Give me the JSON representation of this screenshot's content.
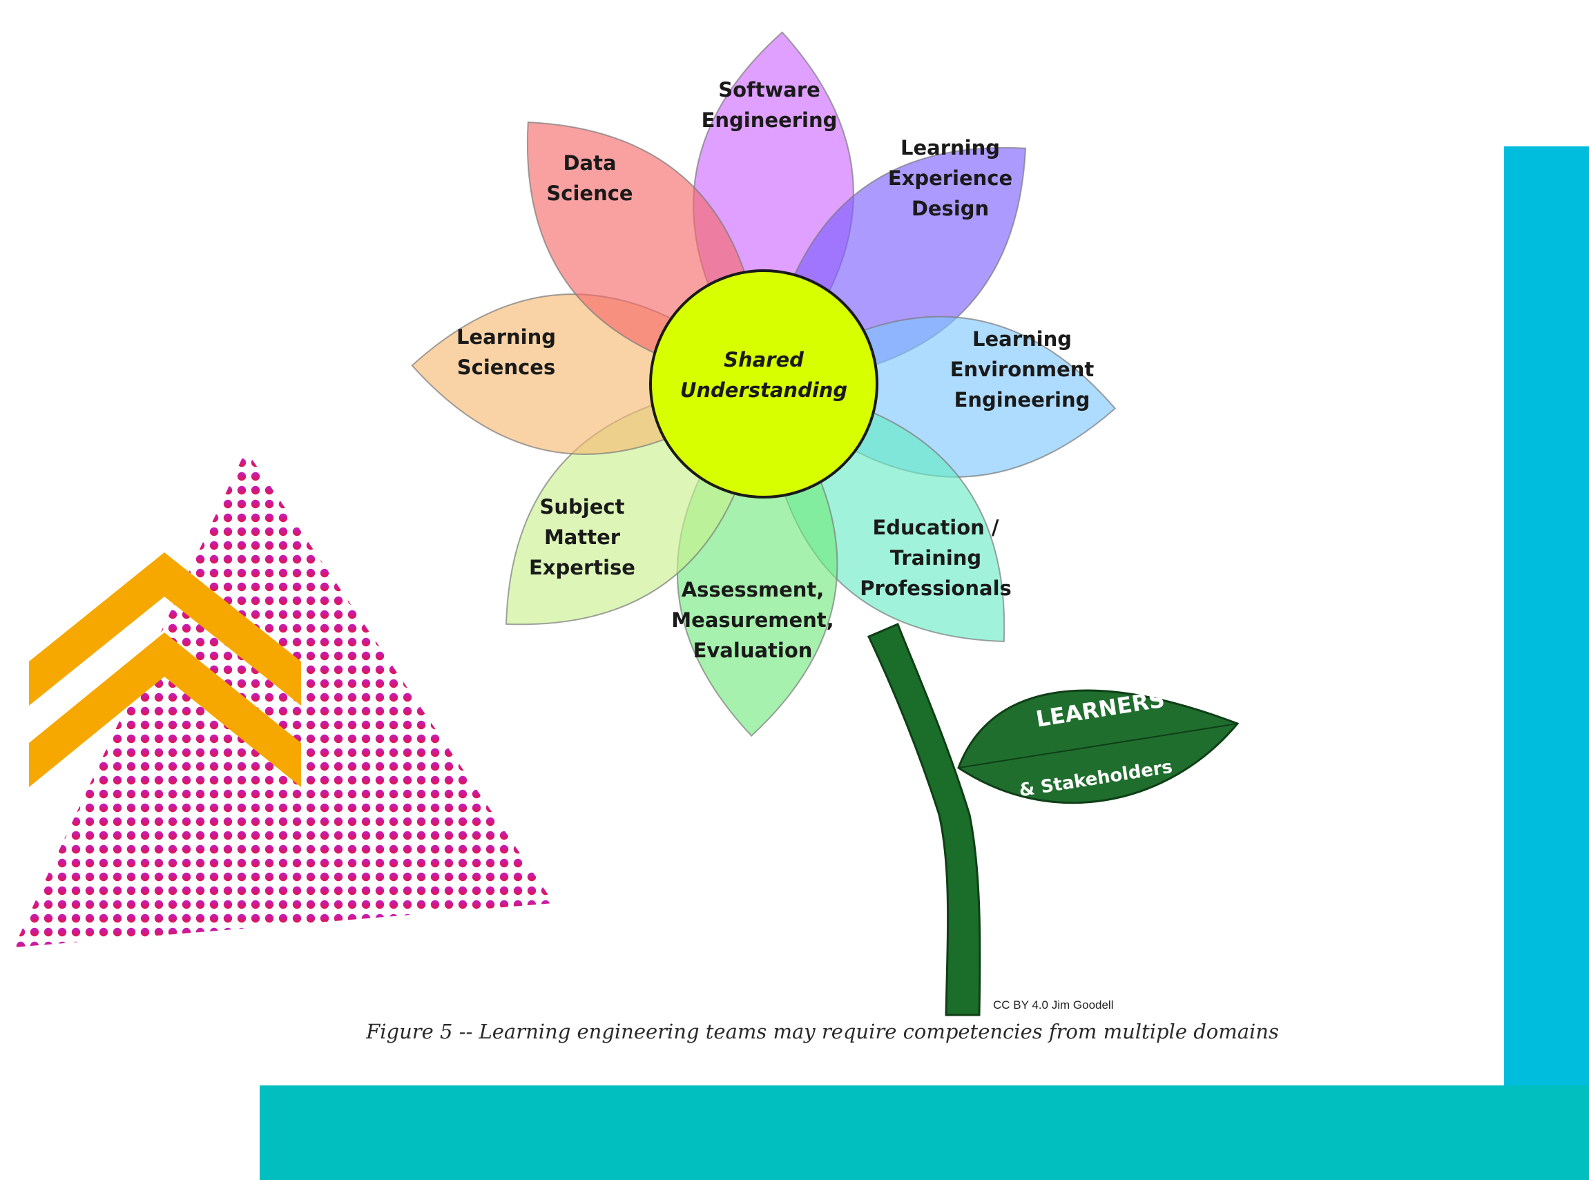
{
  "colors": {
    "cyan_panel": "#00bcdd",
    "teal_band": "#00bfbe",
    "dots_top": "#c41bc1",
    "dots_bottom": "#e0164f",
    "chevrons": "#f7a800",
    "center_fill": "#d8ff00",
    "stem": "#1b6d2a",
    "leaf": "#1f6e2e"
  },
  "diagram": {
    "center": {
      "line1": "Shared",
      "line2": "Understanding"
    },
    "petals": [
      {
        "id": "software-engineering",
        "lines": [
          "Software",
          "Engineering"
        ],
        "color": "#cc66ff"
      },
      {
        "id": "learning-experience-design",
        "lines": [
          "Learning",
          "Experience",
          "Design"
        ],
        "color": "#7a5cff"
      },
      {
        "id": "learning-environment-engineering",
        "lines": [
          "Learning",
          "Environment",
          "Engineering"
        ],
        "color": "#7cc6ff"
      },
      {
        "id": "education-training-professionals",
        "lines": [
          "Education /",
          "Training",
          "Professionals"
        ],
        "color": "#66ebc4"
      },
      {
        "id": "assessment-measurement-evaluation",
        "lines": [
          "Assessment,",
          "Measurement,",
          "Evaluation"
        ],
        "color": "#70e87a"
      },
      {
        "id": "subject-matter-expertise",
        "lines": [
          "Subject",
          "Matter",
          "Expertise"
        ],
        "color": "#c8f08c"
      },
      {
        "id": "learning-sciences",
        "lines": [
          "Learning",
          "Sciences"
        ],
        "color": "#f5b870"
      },
      {
        "id": "data-science",
        "lines": [
          "Data",
          "Science"
        ],
        "color": "#f56868"
      }
    ],
    "leaf": {
      "title": "LEARNERS",
      "subtitle": "& Stakeholders"
    },
    "credit": "CC BY 4.0 Jim Goodell",
    "caption": "Figure 5 -- Learning engineering teams may require competencies from multiple domains"
  }
}
